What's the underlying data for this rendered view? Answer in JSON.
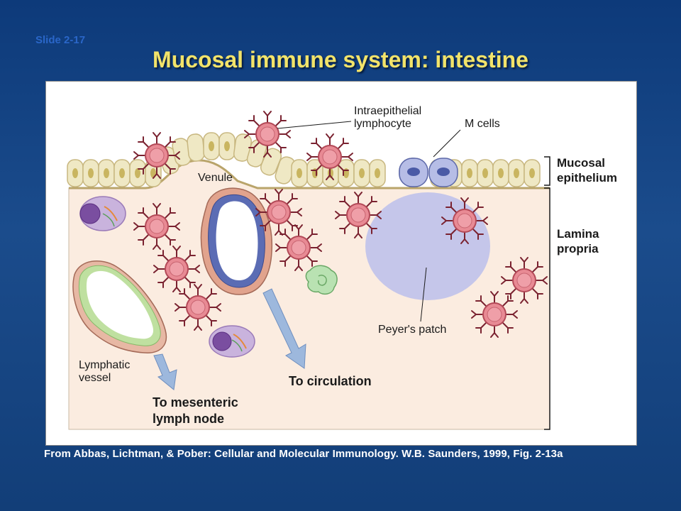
{
  "slide_number": "Slide 2-17",
  "title": "Mucosal immune system: intestine",
  "labels": {
    "intraepithelial_1": "Intraepithelial",
    "intraepithelial_2": "lymphocyte",
    "m_cells": "M cells",
    "mucosal_1": "Mucosal",
    "mucosal_2": "epithelium",
    "lamina_1": "Lamina",
    "lamina_2": "propria",
    "venule": "Venule",
    "peyers_patch": "Peyer's patch",
    "lymphatic_1": "Lymphatic",
    "lymphatic_2": "vessel",
    "to_circulation": "To circulation",
    "to_mesenteric_1": "To mesenteric",
    "to_mesenteric_2": "lymph node"
  },
  "citation": "From Abbas, Lichtman, & Pober: Cellular and Molecular Immunology. W.B. Saunders, 1999, Fig. 2-13a",
  "colors": {
    "lamina": "#fbece0",
    "epithelium": "#efe8c4",
    "basement": "#b9a46a",
    "lymphocyte": "#e88a94",
    "lymphocyte_edge": "#b34a58",
    "dendrite": "#7a2230",
    "m_cell": "#b6bde6",
    "m_cell_nucleus": "#4a5aa6",
    "peyers_patch": "#c5c6ea",
    "venule_wall": "#e1a38d",
    "venule_inner": "#5b6cb4",
    "lymphatic_wall": "#bfe0a0",
    "arrow": "#9db8dd",
    "plasma_cell": "#c9b3dd",
    "plasma_nucleus": "#7a4ea0",
    "macrophage": "#b9e2b2"
  }
}
